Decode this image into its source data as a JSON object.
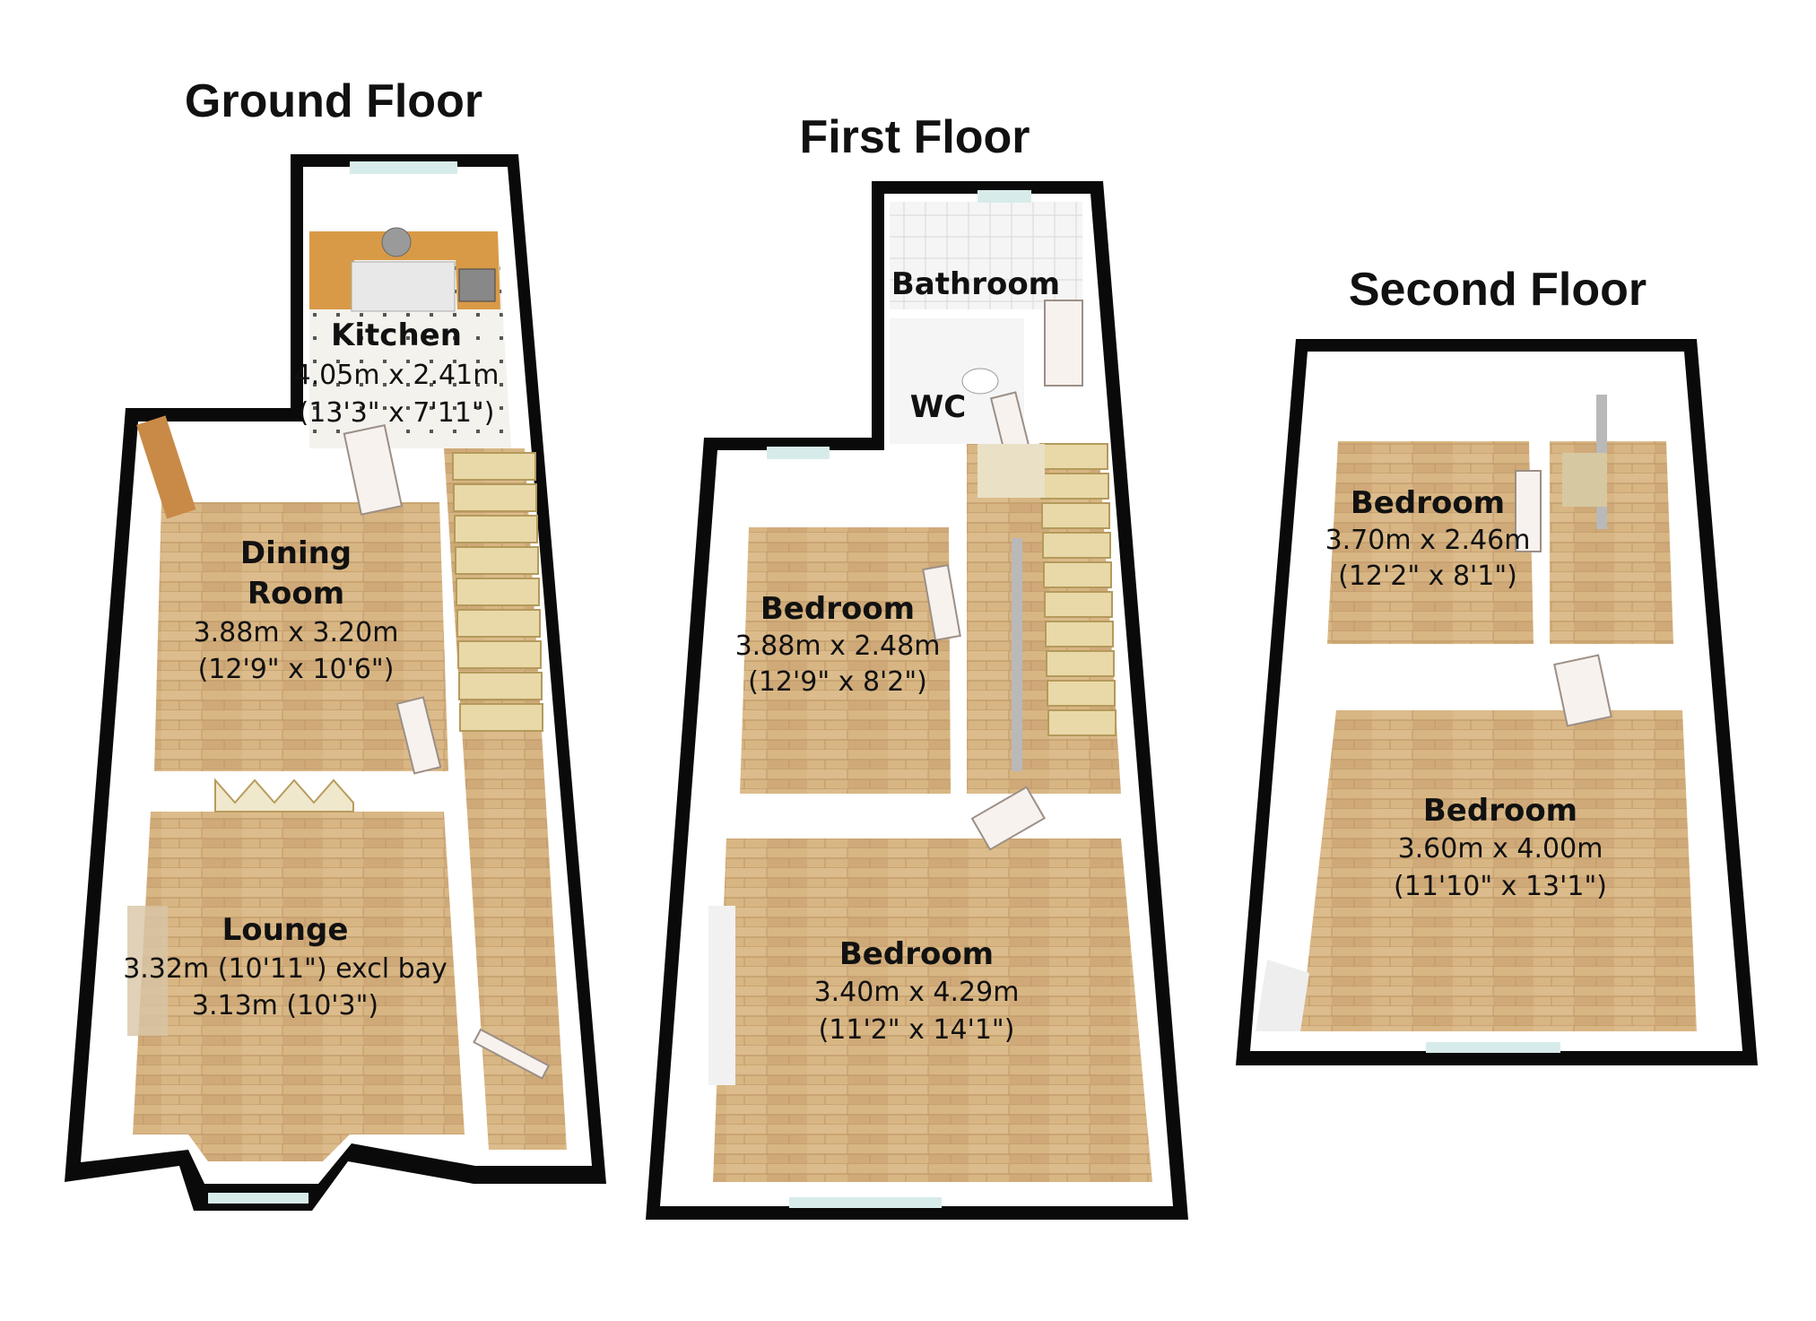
{
  "floors": {
    "ground": {
      "title": "Ground Floor",
      "kitchen": {
        "name": "Kitchen",
        "dim_metric": "4.05m x 2.41m",
        "dim_imperial": "(13'3\" x 7'11\")"
      },
      "dining": {
        "name_line1": "Dining",
        "name_line2": "Room",
        "dim_metric": "3.88m x 3.20m",
        "dim_imperial": "(12'9\" x 10'6\")"
      },
      "lounge": {
        "name": "Lounge",
        "dim_line1": "3.32m (10'11\") excl bay",
        "dim_line2": "3.13m (10'3\")"
      }
    },
    "first": {
      "title": "First Floor",
      "bathroom": {
        "name": "Bathroom"
      },
      "wc": {
        "name": "WC"
      },
      "bedroom_rear": {
        "name": "Bedroom",
        "dim_metric": "3.88m x 2.48m",
        "dim_imperial": "(12'9\" x 8'2\")"
      },
      "bedroom_front": {
        "name": "Bedroom",
        "dim_metric": "3.40m x 4.29m",
        "dim_imperial": "(11'2\" x 14'1\")"
      }
    },
    "second": {
      "title": "Second Floor",
      "bedroom_rear": {
        "name": "Bedroom",
        "dim_metric": "3.70m x 2.46m",
        "dim_imperial": "(12'2\" x 8'1\")"
      },
      "bedroom_front": {
        "name": "Bedroom",
        "dim_metric": "3.60m x 4.00m",
        "dim_imperial": "(11'10\" x 13'1\")"
      }
    }
  },
  "colors": {
    "wall": "#0a0a0a",
    "floor_wood": "#d9b886",
    "floor_tile": "#f3f0ea",
    "worktop": "#d99a47"
  }
}
